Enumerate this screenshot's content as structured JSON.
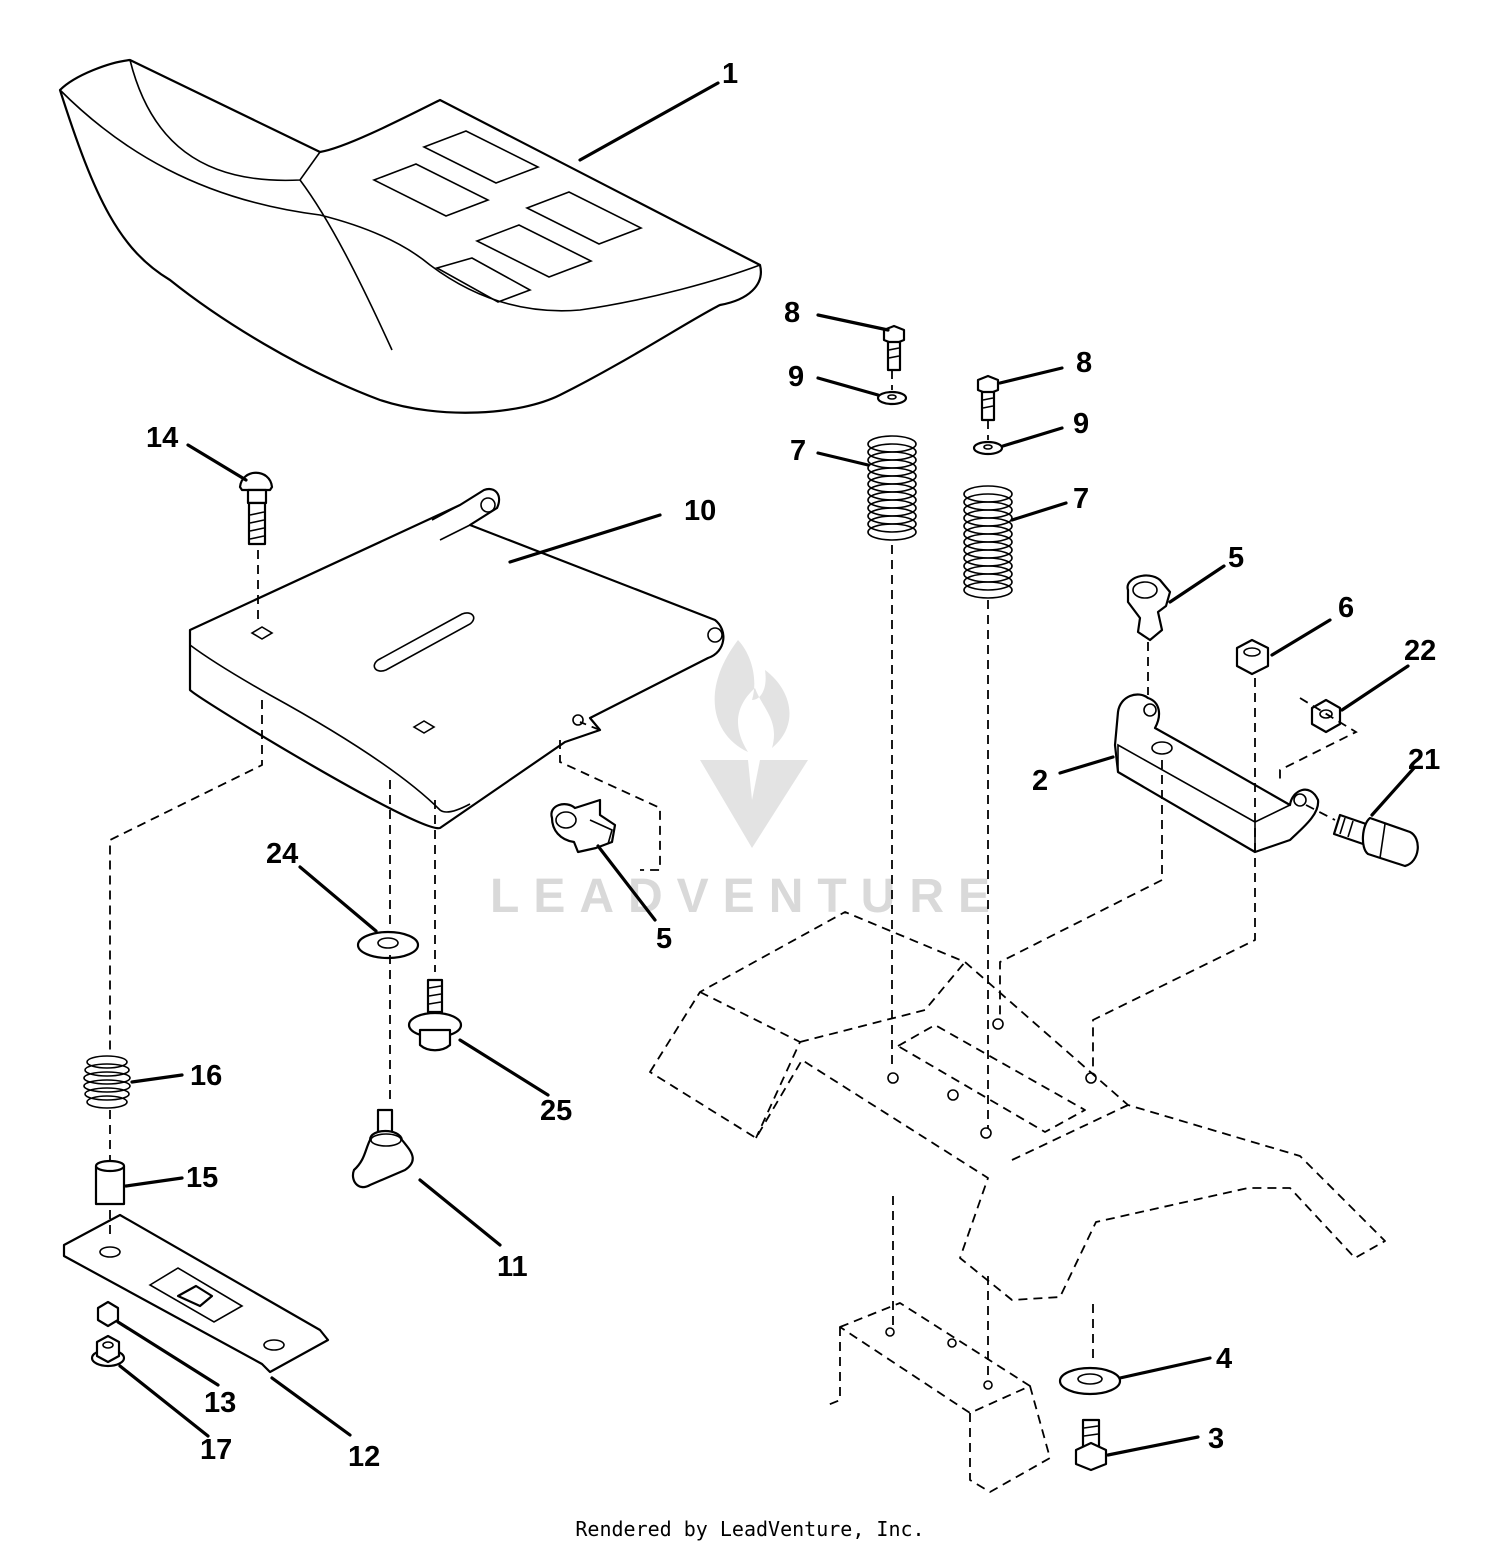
{
  "diagram": {
    "callouts": {
      "c1": "1",
      "c2": "2",
      "c3": "3",
      "c4": "4",
      "c5a": "5",
      "c5b": "5",
      "c6": "6",
      "c7a": "7",
      "c7b": "7",
      "c8a": "8",
      "c8b": "8",
      "c9a": "9",
      "c9b": "9",
      "c10": "10",
      "c11": "11",
      "c12": "12",
      "c13": "13",
      "c14": "14",
      "c15": "15",
      "c16": "16",
      "c17": "17",
      "c21": "21",
      "c22": "22",
      "c24": "24",
      "c25": "25"
    }
  },
  "watermark": {
    "text": "LEADVENTURE"
  },
  "footer": {
    "text": "Rendered by LeadVenture, Inc."
  }
}
